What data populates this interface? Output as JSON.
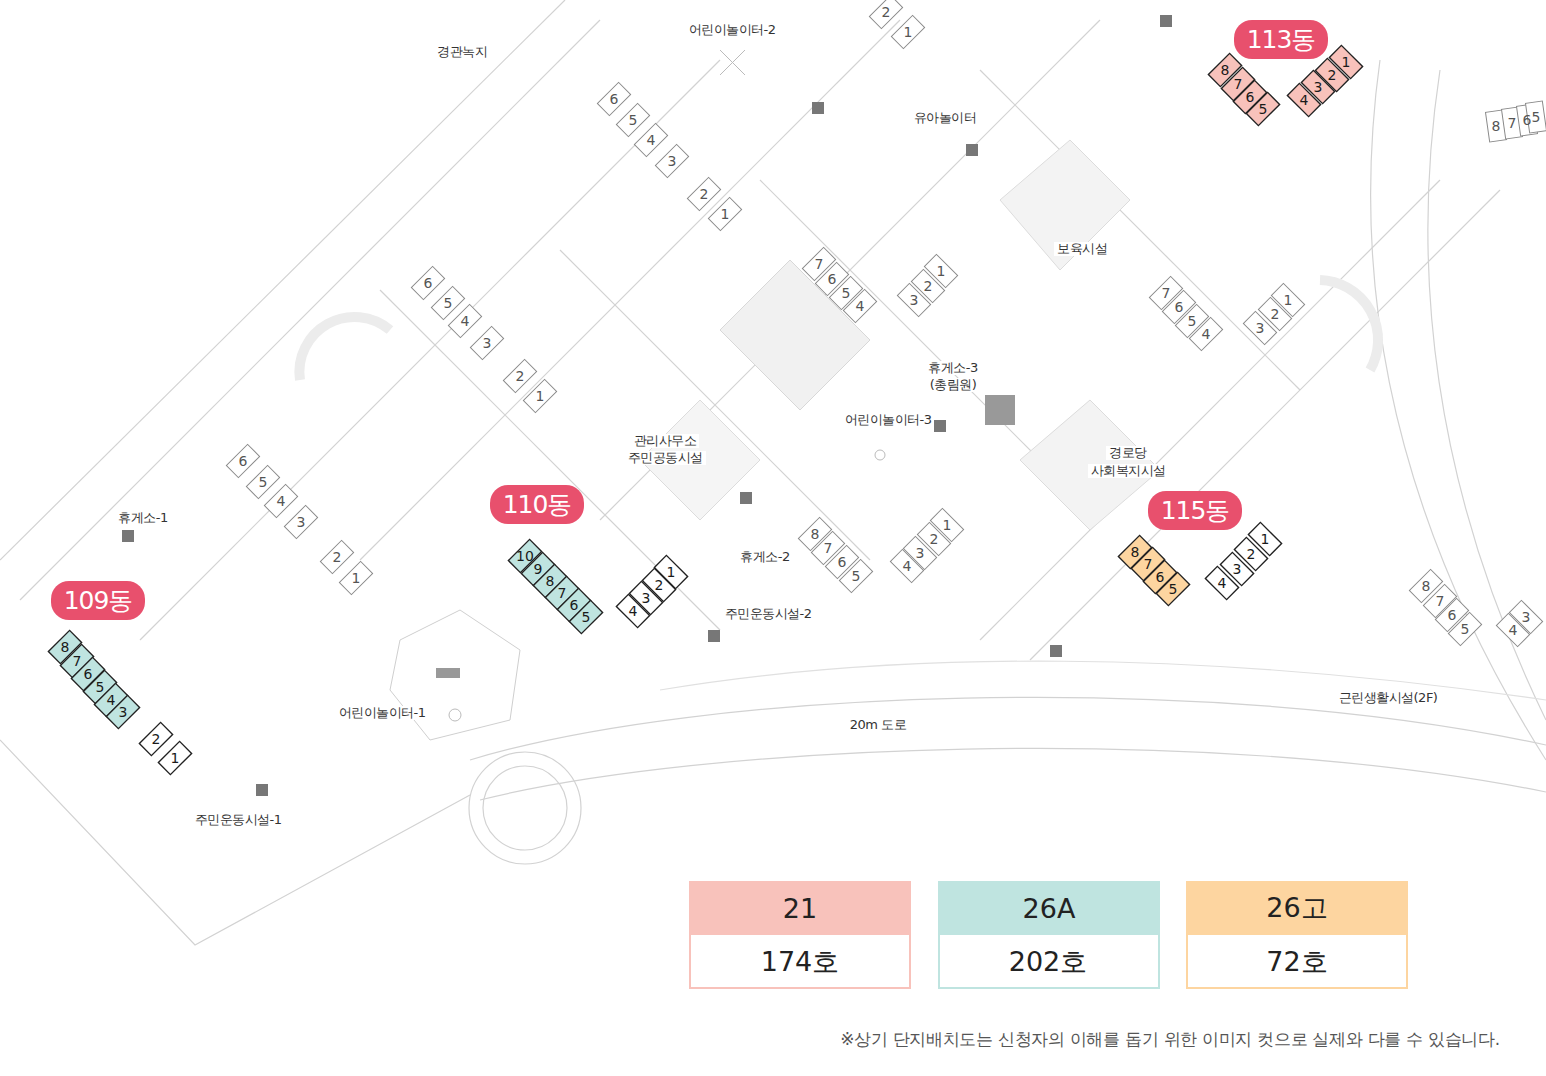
{
  "diagram": {
    "nodes": [
      {
        "text": [
          "113동"
        ]
      },
      {
        "text": [
          "110동"
        ]
      },
      {
        "text": [
          "115동"
        ]
      },
      {
        "text": [
          "109동"
        ]
      }
    ],
    "labels": [
      "경관녹지",
      "어린이놀이터-2",
      "2",
      "1",
      "6",
      "5",
      "4",
      "3",
      "2",
      "1",
      "유아놀이터",
      "8",
      "7",
      "6",
      "5",
      "4",
      "3",
      "2",
      "1",
      "8",
      "7",
      "6",
      "5",
      "보육시설",
      "7",
      "6",
      "5",
      "4",
      "3",
      "2",
      "1",
      "7",
      "6",
      "5",
      "4",
      "3",
      "2",
      "1",
      "6",
      "5",
      "4",
      "3",
      "2",
      "1",
      "휴게소-3",
      "(총림원)",
      "어린이놀이터-3",
      "관리사무소",
      "주민공동시설",
      "경로당",
      "사회복지시설",
      "6",
      "5",
      "4",
      "3",
      "2",
      "1",
      "휴게소-1",
      "10",
      "9",
      "8",
      "7",
      "6",
      "5",
      "4",
      "3",
      "2",
      "1",
      "휴게소-2",
      "8",
      "7",
      "6",
      "5",
      "4",
      "3",
      "2",
      "1",
      "8",
      "7",
      "6",
      "5",
      "4",
      "3",
      "2",
      "1",
      "8",
      "7",
      "6",
      "5",
      "4",
      "3",
      "2",
      "1",
      "주민운동시설-2",
      "어린이놀이터-1",
      "20m 도로",
      "근린생활시설(2F)",
      "8",
      "7",
      "6",
      "5",
      "4",
      "3",
      "주민운동시설-1",
      "174호",
      "202호",
      "72호",
      "※상기 단지배치도는 신청자의 이해를 돕기 위한 이미지 컷으로 실제와 다를 수 있습니다."
    ],
    "legend": [
      {
        "text": "21",
        "color": "#f8c2bb"
      },
      {
        "text": "26A",
        "color": "#bfe4e0"
      },
      {
        "text": "26고",
        "color": "#fdd5a0"
      }
    ]
  }
}
